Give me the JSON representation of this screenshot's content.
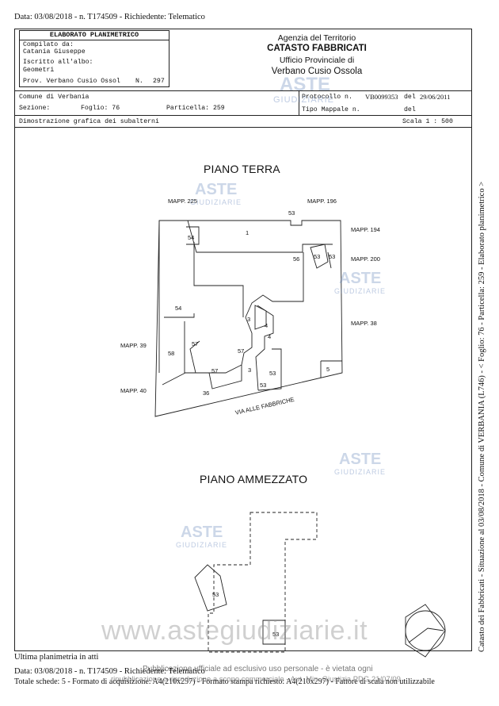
{
  "header_line": "Data: 03/08/2018 - n. T174509 - Richiedente: Telematico",
  "box": {
    "title": "ELABORATO PLANIMETRICO",
    "compilato_label": "Compilato da:",
    "compilato_name": "Catania Giuseppe",
    "iscritto_label": "Iscritto all'albo:",
    "iscritto_value": "Geometri",
    "prov_label": "Prov. Verbano Cusio Ossol",
    "n_label": "N.",
    "n_value": "297"
  },
  "agency": {
    "line1": "Agenzia del Territorio",
    "line2": "CATASTO FABBRICATI",
    "line3": "Ufficio Provinciale di",
    "line4": "Verbano Cusio Ossola"
  },
  "info": {
    "comune": "Comune di Verbania",
    "sezione": "Sezione:",
    "foglio": "Foglio: 76",
    "particella": "Particella: 259",
    "protocollo_label": "Protocollo n.",
    "protocollo_value": "VB0099353",
    "del1_label": "del",
    "del1_value": "29/06/2011",
    "tipo": "Tipo Mappale n.",
    "del2_label": "del",
    "dimostrazione": "Dimostrazione grafica dei subalterni",
    "scala": "Scala 1 : 500"
  },
  "plan": {
    "piano_terra": "PIANO TERRA",
    "piano_ammezzato": "PIANO AMMEZZATO",
    "mapp": {
      "m225": "MAPP. 225",
      "m196": "MAPP. 196",
      "m194": "MAPP. 194",
      "m200": "MAPP. 200",
      "m38": "MAPP. 38",
      "m39": "MAPP. 39",
      "m40": "MAPP. 40"
    },
    "via": "VIA ALLE FABBRICHE",
    "sub": {
      "s53a": "53",
      "s1": "1",
      "s54a": "54",
      "s56": "56",
      "s53b": "53",
      "s53c": "53",
      "s54b": "54",
      "s3a": "3",
      "s4a": "4",
      "s4b": "4",
      "s57a": "57",
      "s58": "58",
      "s57b": "57",
      "s57c": "57",
      "s3b": "3",
      "s53d": "53",
      "s53e": "53",
      "s5": "5",
      "s36": "36",
      "s53f": "53",
      "s53g": "53"
    }
  },
  "watermarks": {
    "aste": "ASTE",
    "giudiziarie": "GIUDIZIARIE",
    "url": "www.astegiudiziarie.it"
  },
  "sidebar_text": "Catasto dei Fabbricati - Situazione al 03/08/2018 - Comune di VERBANIA (L746) - < Foglio: 76 - Particella: 259 - Elaborato planimetrico >",
  "footer": {
    "ultima": "Ultima planimetria in atti",
    "data_line": "Data: 03/08/2018 - n. T174509 - Richiedente: Telematico",
    "pubblicazione": "Pubblicazione ufficiale ad esclusivo uso personale - è vietata ogni",
    "totale": "Totale schede: 5 - Formato di acquisizione: A4(210x297) - Formato stampa richiesto: A4(210x297) - Fattore di scala non utilizzabile",
    "ripubblicazione": "ripubblicazione o riproduzione a scopo commerciale - Aut. Min. Giustizia PDG 21/07/09"
  }
}
